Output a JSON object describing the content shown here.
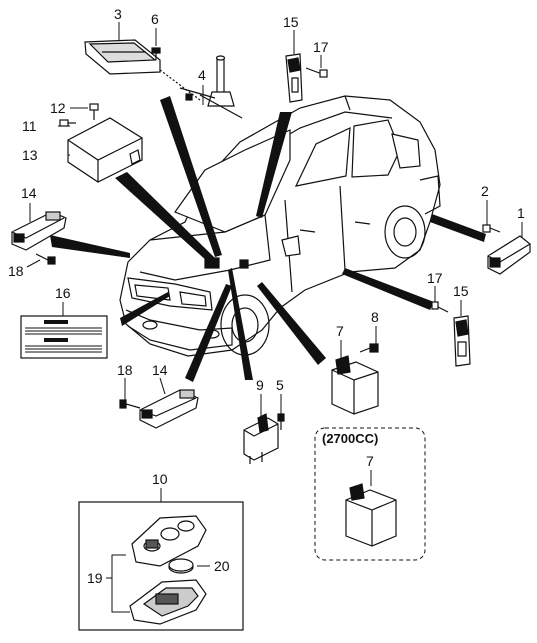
{
  "parts": {
    "p1": "1",
    "p2": "2",
    "p3": "3",
    "p4": "4",
    "p5": "5",
    "p6": "6",
    "p7a": "7",
    "p7b": "7",
    "p8": "8",
    "p9": "9",
    "p10": "10",
    "p11": "11",
    "p12": "12",
    "p13": "13",
    "p14a": "14",
    "p14b": "14",
    "p15a": "15",
    "p15b": "15",
    "p16": "16",
    "p17a": "17",
    "p17b": "17",
    "p18a": "18",
    "p18b": "18",
    "p19": "19",
    "p20": "20"
  },
  "variant_box": {
    "label": "(2700CC)"
  },
  "colors": {
    "line": "#111111",
    "fill": "#ffffff",
    "shade": "#cfcfcf"
  },
  "icons": [
    "vehicle-drawing",
    "airbag-control-module",
    "satellite-sensor",
    "key-fob-transmitter",
    "coin-battery",
    "warning-label"
  ]
}
